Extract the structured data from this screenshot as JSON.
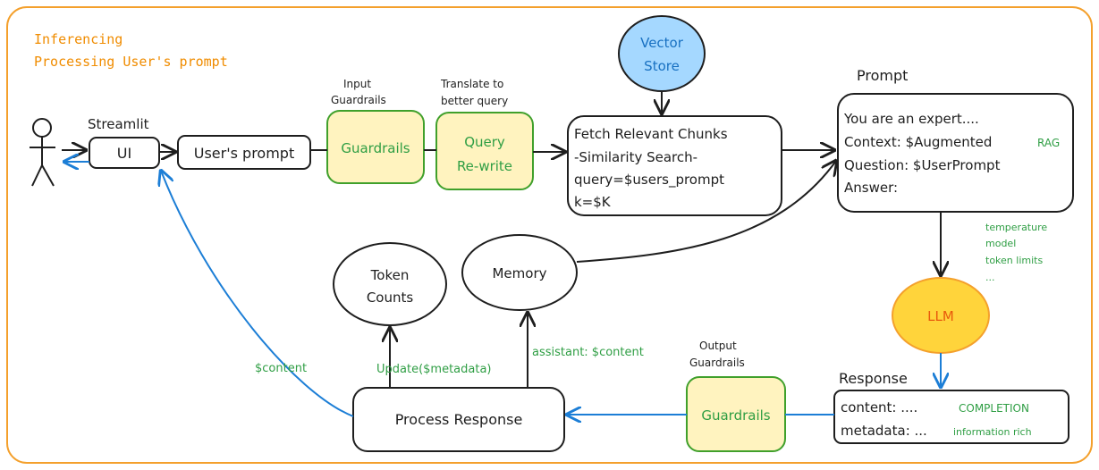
{
  "title": {
    "line1": "Inferencing",
    "line2": "Processing User's prompt"
  },
  "labels": {
    "streamlit": "Streamlit",
    "input_guardrails_line1": "Input",
    "input_guardrails_line2": "Guardrails",
    "translate_line1": "Translate to",
    "translate_line2": "better query",
    "prompt_header": "Prompt",
    "response_header": "Response",
    "output_guardrails_line1": "Output",
    "output_guardrails_line2": "Guardrails"
  },
  "nodes": {
    "ui": "UI",
    "users_prompt": "User's prompt",
    "guardrails_in": "Guardrails",
    "query_line1": "Query",
    "query_line2": "Re-write",
    "vector_line1": "Vector",
    "vector_line2": "Store",
    "fetch": {
      "line1": "Fetch Relevant Chunks",
      "line2": "-Similarity Search-",
      "line3": "query=$users_prompt",
      "line4": "k=$K"
    },
    "prompt": {
      "line1": "You are an expert....",
      "line2": "Context: $Augmented",
      "line2_tag": "RAG",
      "line3": "Question: $UserPrompt",
      "line4": "Answer:"
    },
    "llm": "LLM",
    "llm_params": [
      "temperature",
      "model",
      "token limits",
      "..."
    ],
    "response": {
      "content": "content: ....",
      "content_tag": "COMPLETION",
      "metadata": "metadata: ...",
      "metadata_tag": "information rich"
    },
    "guardrails_out": "Guardrails",
    "process_response": "Process Response",
    "token_line1": "Token",
    "token_line2": "Counts",
    "memory": "Memory"
  },
  "edge_labels": {
    "content_back": "$content",
    "update_metadata": "Update($metadata)",
    "assistant_content": "assistant: $content"
  },
  "colors": {
    "frame": "#f4a02c",
    "title": "#f08c00",
    "guardrail_fill": "#fff3bf",
    "guardrail_stroke": "#40a02b",
    "vector_fill": "#a5d8ff",
    "vector_text": "#1971c2",
    "llm_fill": "#ffd43b",
    "llm_text": "#e8590c",
    "green_text": "#2f9e44",
    "blue_arrow": "#1c7ed6",
    "ink": "#1e1e1e"
  }
}
